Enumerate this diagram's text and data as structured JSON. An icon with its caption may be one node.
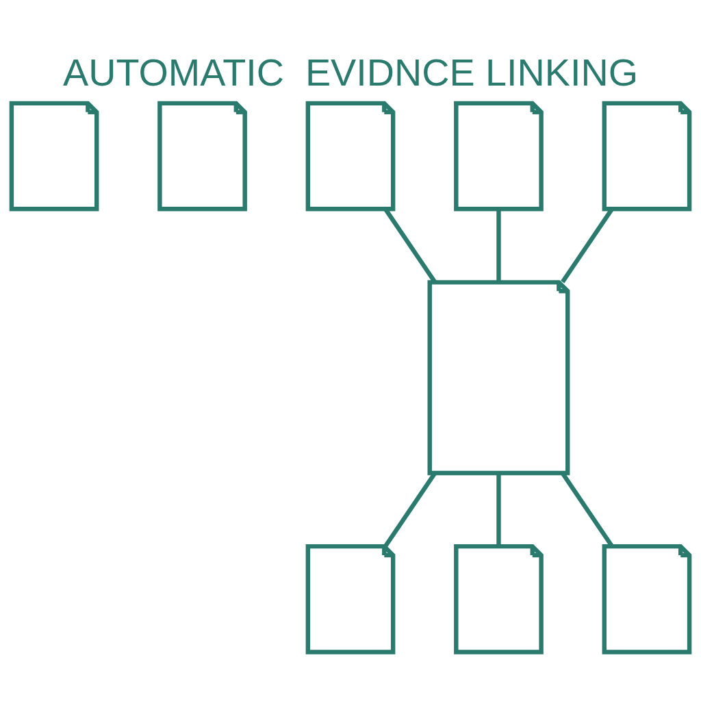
{
  "diagram": {
    "title": "AUTOMATIC  EVIDNCE LINKING",
    "nodes": [
      {
        "text": [],
        "shape": "document"
      },
      {
        "text": [],
        "shape": "document"
      },
      {
        "text": [],
        "shape": "document"
      },
      {
        "text": [],
        "shape": "document"
      },
      {
        "text": [],
        "shape": "document"
      },
      {
        "text": [],
        "shape": "document"
      },
      {
        "text": [],
        "shape": "document"
      },
      {
        "text": [],
        "shape": "document"
      },
      {
        "text": [],
        "shape": "document"
      }
    ],
    "edges": [
      {
        "from": 2,
        "to": 4,
        "arrow": "none"
      },
      {
        "from": 3,
        "to": 4,
        "arrow": "none"
      },
      {
        "from": 5,
        "to": 4,
        "arrow": "none"
      },
      {
        "from": 4,
        "to": 6,
        "arrow": "none"
      },
      {
        "from": 4,
        "to": 7,
        "arrow": "none"
      },
      {
        "from": 4,
        "to": 8,
        "arrow": "none"
      }
    ]
  }
}
